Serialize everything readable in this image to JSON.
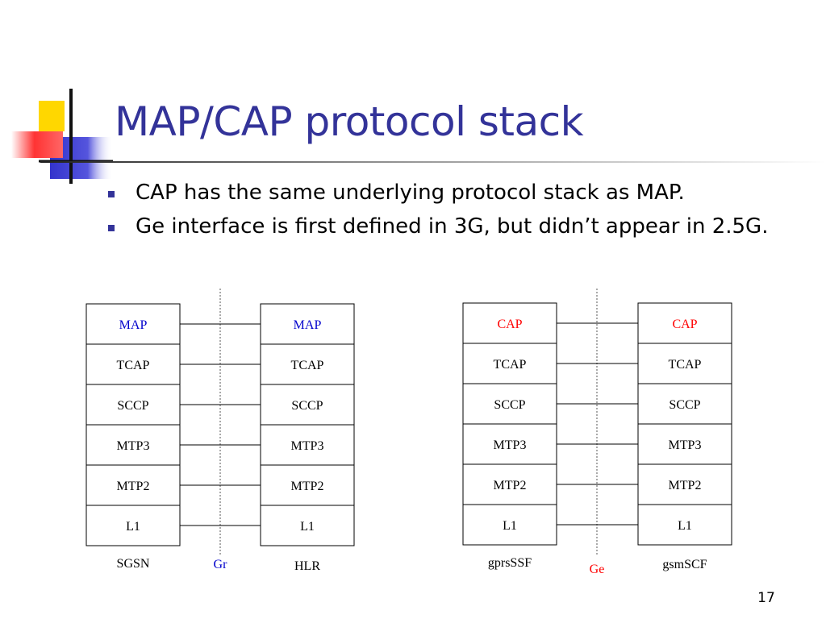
{
  "slide": {
    "title": "MAP/CAP protocol stack",
    "bullets": [
      "CAP has the same underlying protocol stack as MAP.",
      "Ge interface is first defined in 3G, but didn’t appear in 2.5G."
    ],
    "page_number": "17"
  },
  "diagrams": [
    {
      "interface": "Gr",
      "interface_color": "#0000cc",
      "top_color": "#0000cc",
      "left_node": "SGSN",
      "right_node": "HLR",
      "left_layers": [
        "MAP",
        "TCAP",
        "SCCP",
        "MTP3",
        "MTP2",
        "L1"
      ],
      "right_layers": [
        "MAP",
        "TCAP",
        "SCCP",
        "MTP3",
        "MTP2",
        "L1"
      ]
    },
    {
      "interface": "Ge",
      "interface_color": "#ff0000",
      "top_color": "#ff0000",
      "left_node": "gprsSSF",
      "right_node": "gsmSCF",
      "left_layers": [
        "CAP",
        "TCAP",
        "SCCP",
        "MTP3",
        "MTP2",
        "L1"
      ],
      "right_layers": [
        "CAP",
        "TCAP",
        "SCCP",
        "MTP3",
        "MTP2",
        "L1"
      ]
    }
  ],
  "colors": {
    "title": "#333399",
    "bullet": "#333399",
    "logo_yellow": "#ffd700",
    "logo_blue": "#3333cc",
    "logo_red": "#ff3333"
  }
}
